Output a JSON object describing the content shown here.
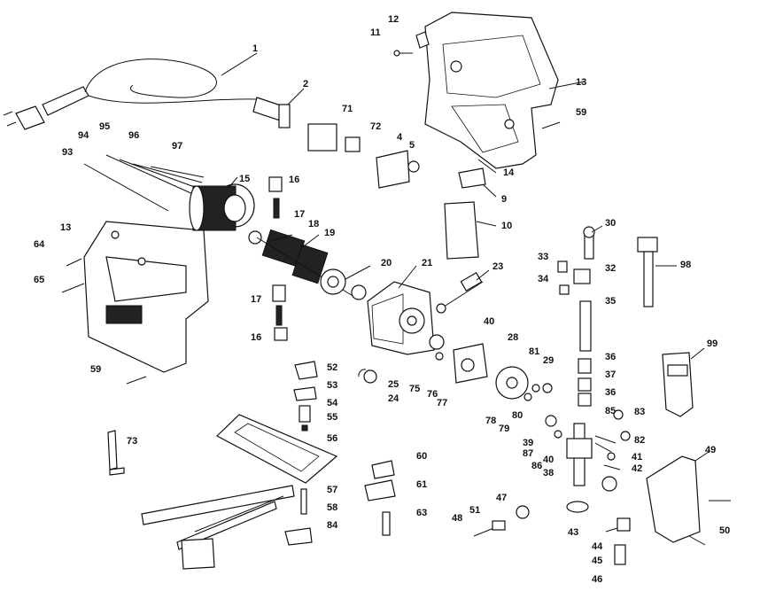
{
  "labels": [
    "1",
    "2",
    "4",
    "5",
    "9",
    "10",
    "11",
    "12",
    "13",
    "13",
    "14",
    "15",
    "16",
    "16",
    "17",
    "17",
    "18",
    "19",
    "20",
    "21",
    "23",
    "24",
    "25",
    "28",
    "29",
    "30",
    "32",
    "33",
    "34",
    "35",
    "36",
    "36",
    "37",
    "38",
    "39",
    "40",
    "40",
    "41",
    "42",
    "43",
    "44",
    "45",
    "46",
    "47",
    "48",
    "49",
    "50",
    "51",
    "52",
    "53",
    "54",
    "55",
    "56",
    "57",
    "58",
    "59",
    "59",
    "60",
    "61",
    "63",
    "64",
    "65",
    "71",
    "72",
    "73",
    "75",
    "76",
    "77",
    "78",
    "79",
    "80",
    "81",
    "82",
    "83",
    "84",
    "85",
    "86",
    "87",
    "93",
    "94",
    "95",
    "96",
    "97",
    "98",
    "99"
  ]
}
